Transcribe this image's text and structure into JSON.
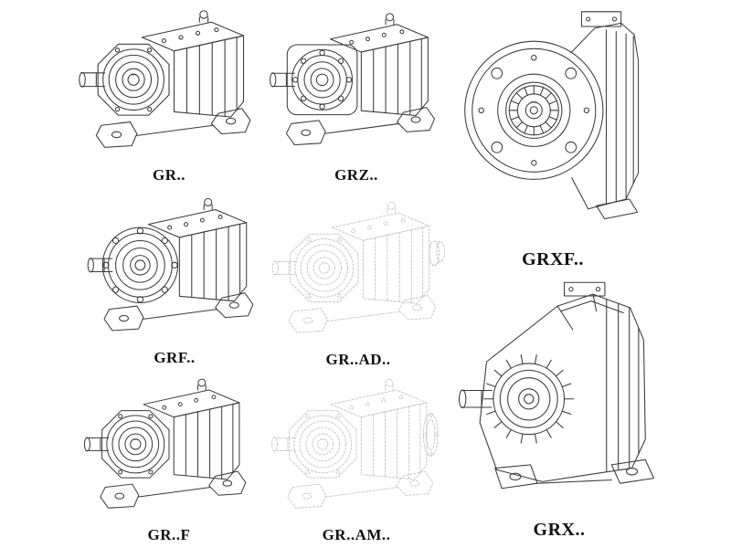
{
  "colors": {
    "ink": "#3a3a3a",
    "ghost": "#c4c4c4",
    "label": "#111111",
    "bg": "#ffffff"
  },
  "figures": [
    {
      "id": "gr",
      "label": "GR..",
      "drawing": "helical-gear-reducer-foot-mounted",
      "style": "solid"
    },
    {
      "id": "grz",
      "label": "GRZ..",
      "drawing": "helical-gear-reducer-short-flange",
      "style": "solid"
    },
    {
      "id": "grxf",
      "label": "GRXF..",
      "drawing": "helical-gear-reducer-large-flange-front",
      "style": "solid"
    },
    {
      "id": "grf",
      "label": "GRF..",
      "drawing": "helical-gear-reducer-b5-flange",
      "style": "solid"
    },
    {
      "id": "grad",
      "label": "GR..AD..",
      "drawing": "helical-gear-reducer-input-adapter-phantom",
      "style": "ghost"
    },
    {
      "id": "grx",
      "label": "GRX..",
      "drawing": "helical-gear-reducer-heavy-foot-mounted",
      "style": "solid"
    },
    {
      "id": "grff",
      "label": "GR..F",
      "drawing": "helical-gear-reducer-foot-mounted",
      "style": "solid"
    },
    {
      "id": "gram",
      "label": "GR..AM..",
      "drawing": "helical-gear-reducer-motor-flange-phantom",
      "style": "ghost"
    }
  ]
}
